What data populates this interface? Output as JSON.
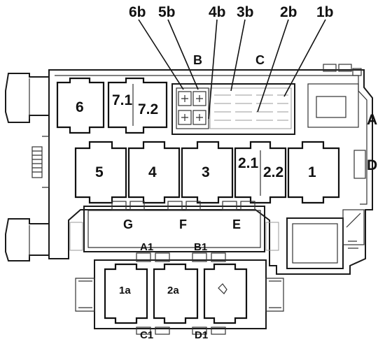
{
  "top_labels": {
    "6b": "6b",
    "5b": "5b",
    "4b": "4b",
    "3b": "3b",
    "2b": "2b",
    "1b": "1b"
  },
  "side_labels": {
    "B": "B",
    "C": "C",
    "A": "A",
    "D": "D",
    "G": "G",
    "F": "F",
    "E": "E",
    "A1": "A1",
    "B1": "B1",
    "C1": "C1",
    "D1": "D1"
  },
  "relays": {
    "r6": "6",
    "r71": "7.1",
    "r72": "7.2",
    "r5": "5",
    "r4": "4",
    "r3": "3",
    "r21": "2.1",
    "r22": "2.2",
    "r1": "1",
    "r1a": "1a",
    "r2a": "2a"
  }
}
